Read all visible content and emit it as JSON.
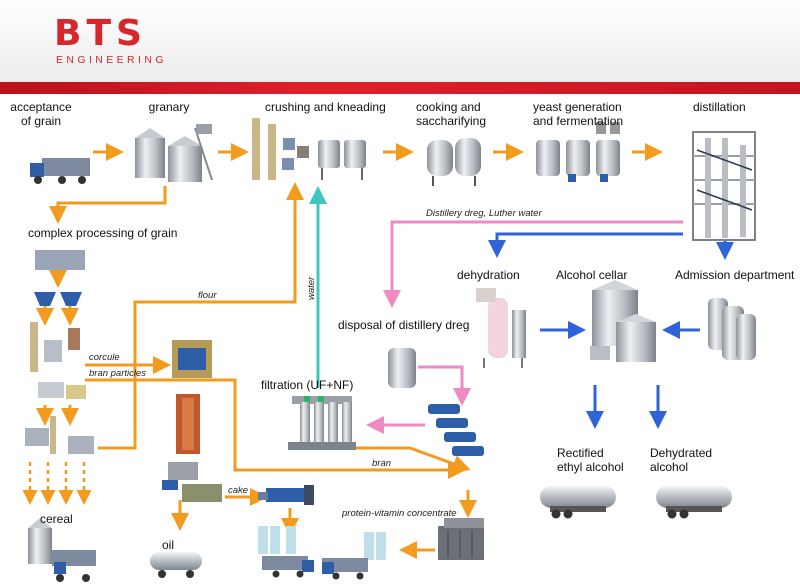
{
  "brand": {
    "name": "BTS",
    "subtitle": "ENGINEERING",
    "color": "#d7262c"
  },
  "colors": {
    "grain_flow": "#f29b1e",
    "dreg_flow": "#ee8ac4",
    "water_flow": "#3ec6c0",
    "alcohol_flow": "#2f63d8"
  },
  "stages": {
    "acceptance": "acceptance\nof grain",
    "granary": "granary",
    "crushing": "crushing and kneading",
    "cooking": "cooking and\nsaccharifying",
    "yeast": "yeast generation\nand fermentation",
    "distillation": "distillation",
    "complex": "complex processing of grain",
    "dehydration": "dehydration",
    "cellar": "Alcohol cellar",
    "admission": "Admission department",
    "disposal": "disposal of distillery dreg",
    "filtration": "filtration (UF+NF)",
    "rectified": "Rectified\nethyl alcohol",
    "dehydrated": "Dehydrated\nalcohol",
    "cereal": "cereal",
    "oil": "oil"
  },
  "flows": {
    "dreg": "Distillery dreg, Luther water",
    "water": "water",
    "flour": "flour",
    "corcule": "corcule",
    "bran_particles": "bran particles",
    "bran": "bran",
    "cake": "cake",
    "pvc": "protein-vitamin concentrate"
  }
}
